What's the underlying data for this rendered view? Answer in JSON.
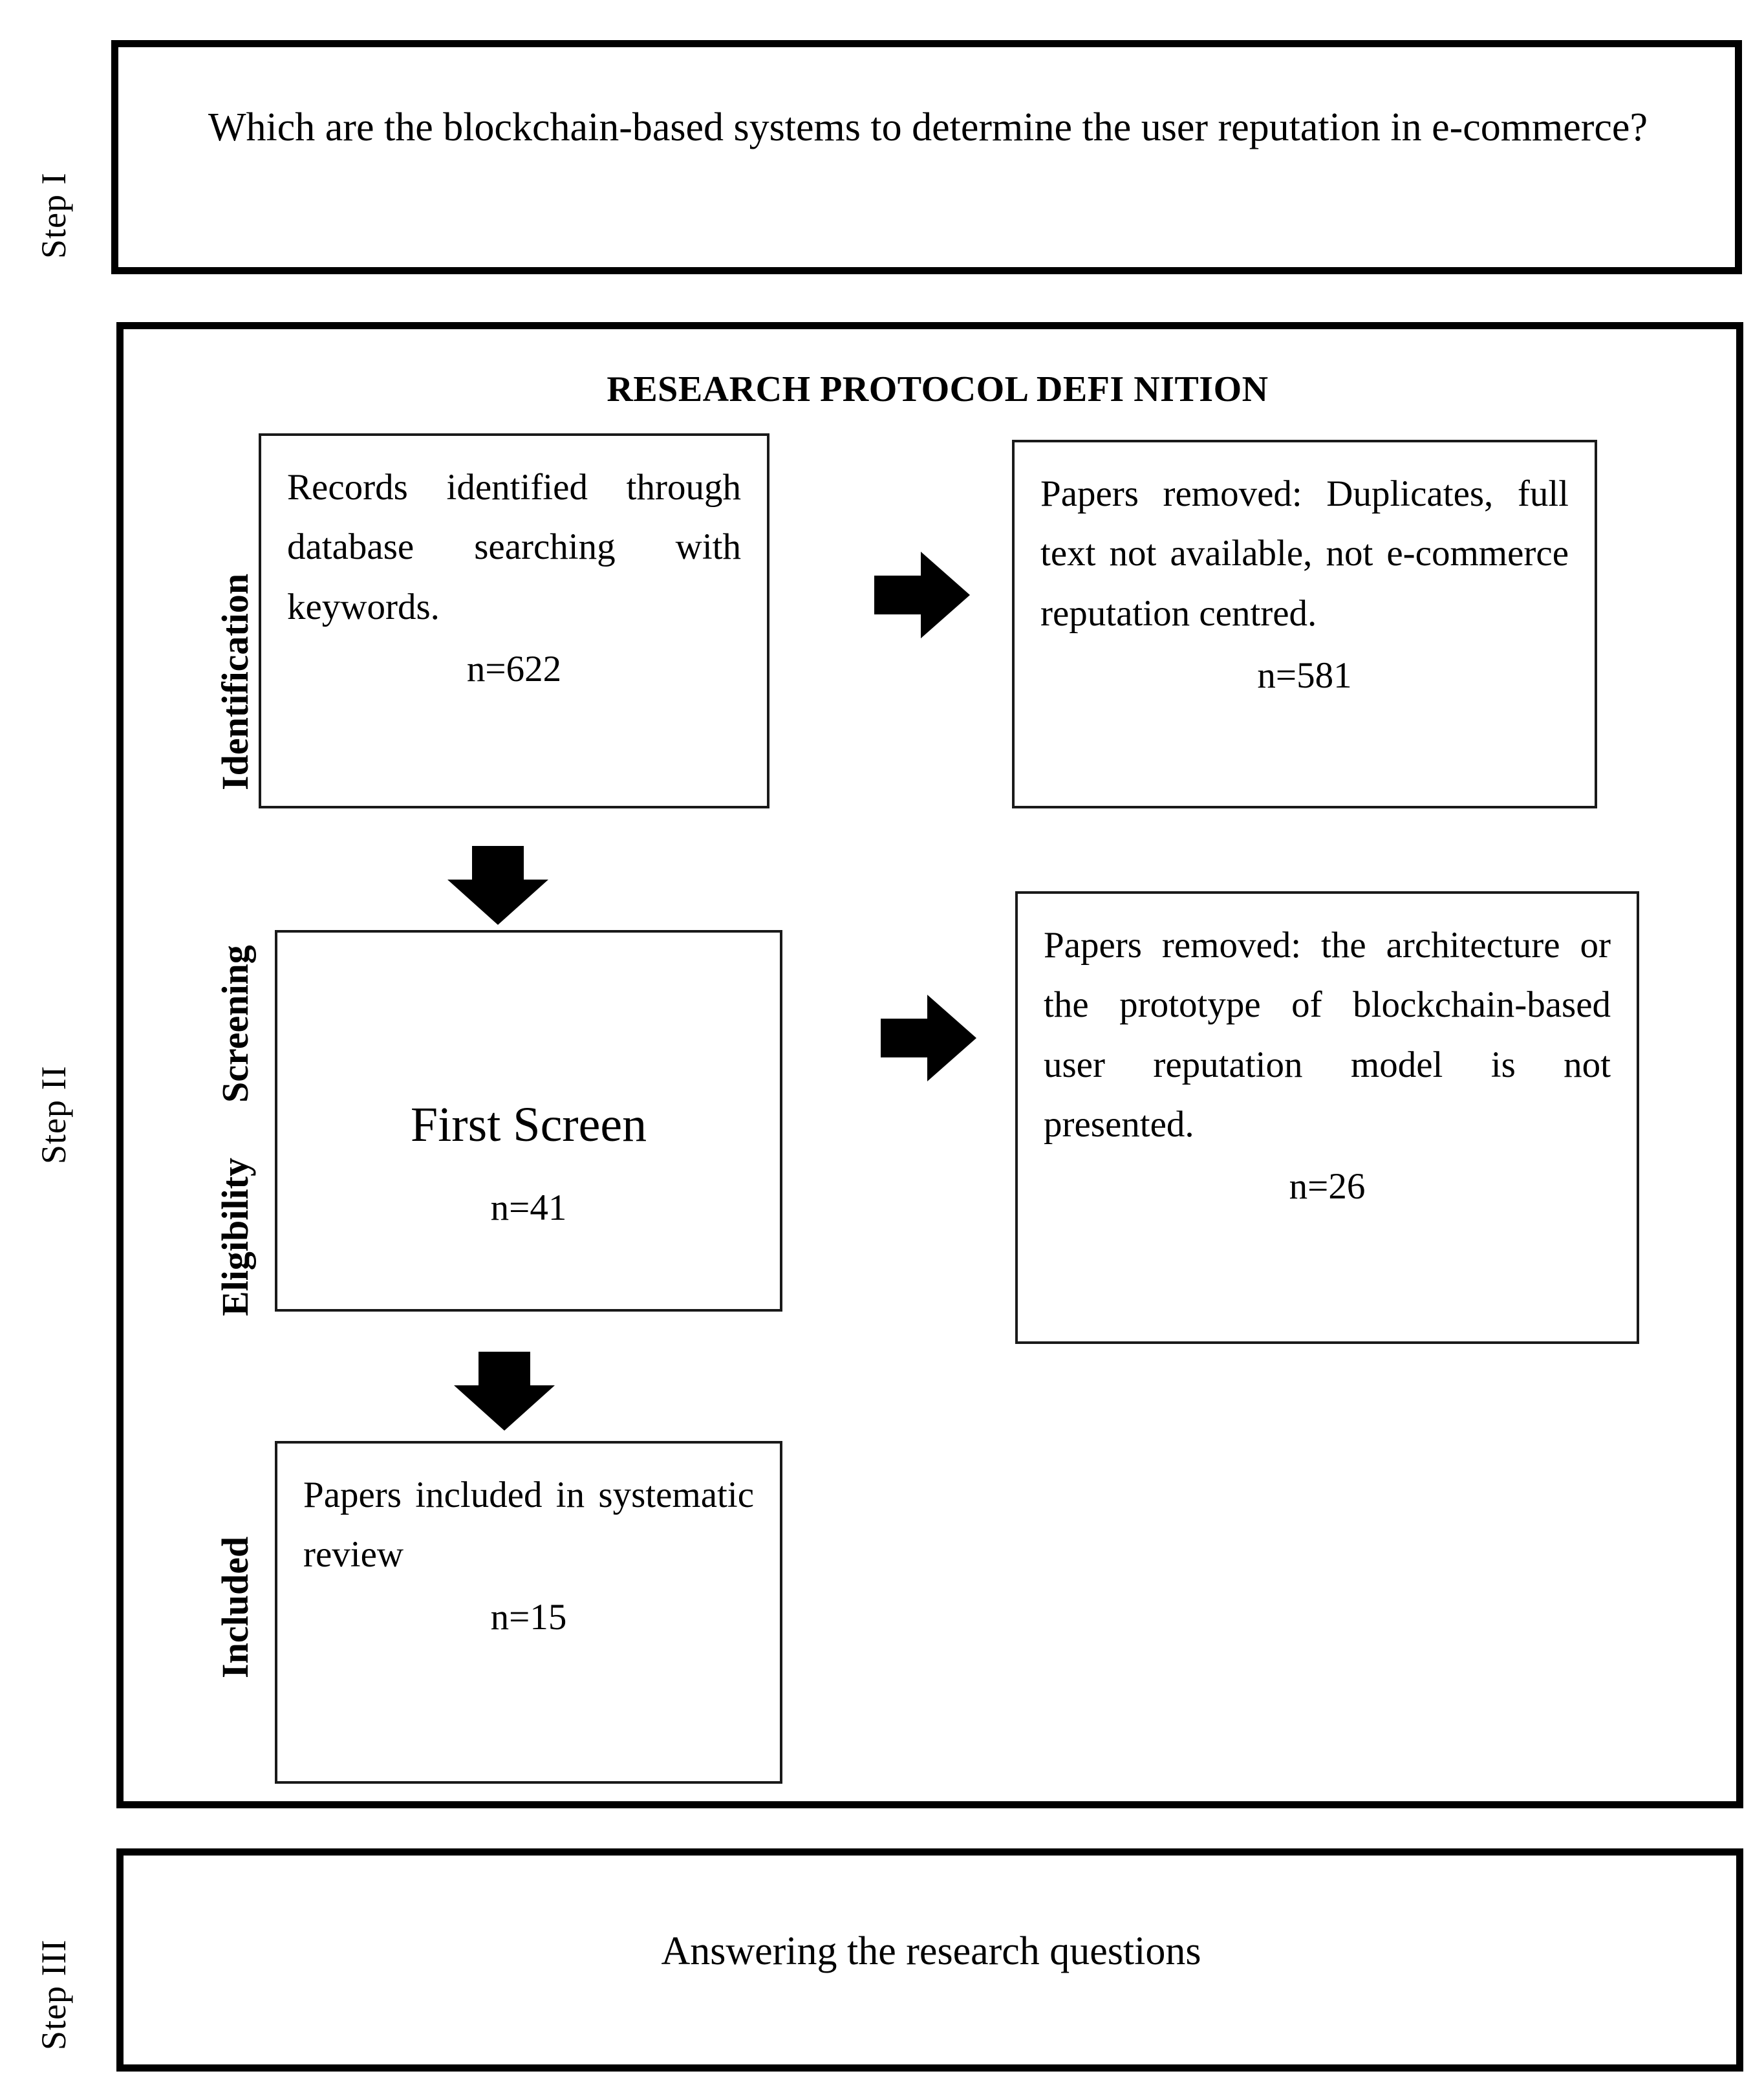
{
  "figure": {
    "type": "prisma-flow-diagram",
    "colors": {
      "ink": "#000000",
      "box_border": "#1a1a1a",
      "frame_border": "#000000",
      "background": "#ffffff"
    }
  },
  "steps": [
    {
      "label": "Step I",
      "body": "Which are the blockchain-based systems to determine the user reputation in e-commerce?"
    },
    {
      "label": "Step II",
      "title": "RESEARCH PROTOCOL DEFI NITION"
    },
    {
      "label": "Step III",
      "body": "Answering the research questions"
    }
  ],
  "stages": [
    {
      "name": "Identification"
    },
    {
      "name": "Screening"
    },
    {
      "name": "Eligibility"
    },
    {
      "name": "Included"
    }
  ],
  "boxes": {
    "identification": {
      "text": "Records identified through database searching with keywords.",
      "count": "n=622"
    },
    "removed_identification": {
      "text": "Papers removed: Duplicates, full text not available, not e-commerce reputation centred.",
      "count": "n=581"
    },
    "first_screen": {
      "title": "First Screen",
      "count": "n=41"
    },
    "removed_eligibility": {
      "text": "Papers removed: the architecture or the prototype of blockchain-based user reputation model is not presented.",
      "count": "n=26"
    },
    "included": {
      "text": "Papers included in systematic review",
      "count": "n=15"
    }
  },
  "arrows": [
    {
      "name": "arrow-identification-to-removed",
      "direction": "right"
    },
    {
      "name": "arrow-identification-to-first-screen",
      "direction": "down"
    },
    {
      "name": "arrow-first-screen-to-removed",
      "direction": "right"
    },
    {
      "name": "arrow-first-screen-to-included",
      "direction": "down"
    }
  ],
  "chart_data": {
    "type": "table",
    "title": "PRISMA study selection flow",
    "categories": [
      "Records identified",
      "Papers removed (identification)",
      "First Screen",
      "Papers removed (eligibility)",
      "Papers included"
    ],
    "values": [
      622,
      581,
      41,
      26,
      15
    ]
  }
}
